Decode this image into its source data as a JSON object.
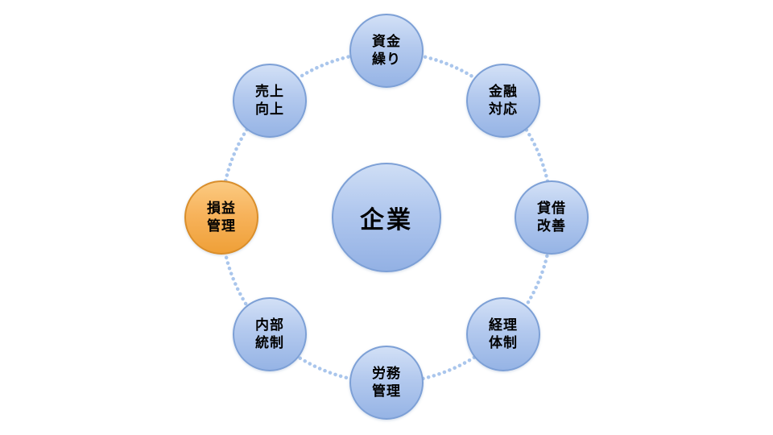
{
  "diagram": {
    "center": {
      "label": "企業"
    },
    "nodes": [
      {
        "line1": "資金",
        "line2": "繰り",
        "highlighted": false,
        "position": "top"
      },
      {
        "line1": "金融",
        "line2": "対応",
        "highlighted": false,
        "position": "top-right"
      },
      {
        "line1": "貸借",
        "line2": "改善",
        "highlighted": false,
        "position": "right"
      },
      {
        "line1": "経理",
        "line2": "体制",
        "highlighted": false,
        "position": "bottom-right"
      },
      {
        "line1": "労務",
        "line2": "管理",
        "highlighted": false,
        "position": "bottom"
      },
      {
        "line1": "内部",
        "line2": "統制",
        "highlighted": false,
        "position": "bottom-left"
      },
      {
        "line1": "損益",
        "line2": "管理",
        "highlighted": true,
        "position": "left"
      },
      {
        "line1": "売上",
        "line2": "向上",
        "highlighted": false,
        "position": "top-left"
      }
    ],
    "colors": {
      "node_fill_light": "#d2e0f6",
      "node_fill_dark": "#96b4e5",
      "node_border": "#7da0d6",
      "highlight_fill_light": "#fbca81",
      "highlight_fill_dark": "#efa038",
      "highlight_border": "#d98e2b",
      "ring_dots": "#aac6ec",
      "text": "#000000"
    }
  }
}
